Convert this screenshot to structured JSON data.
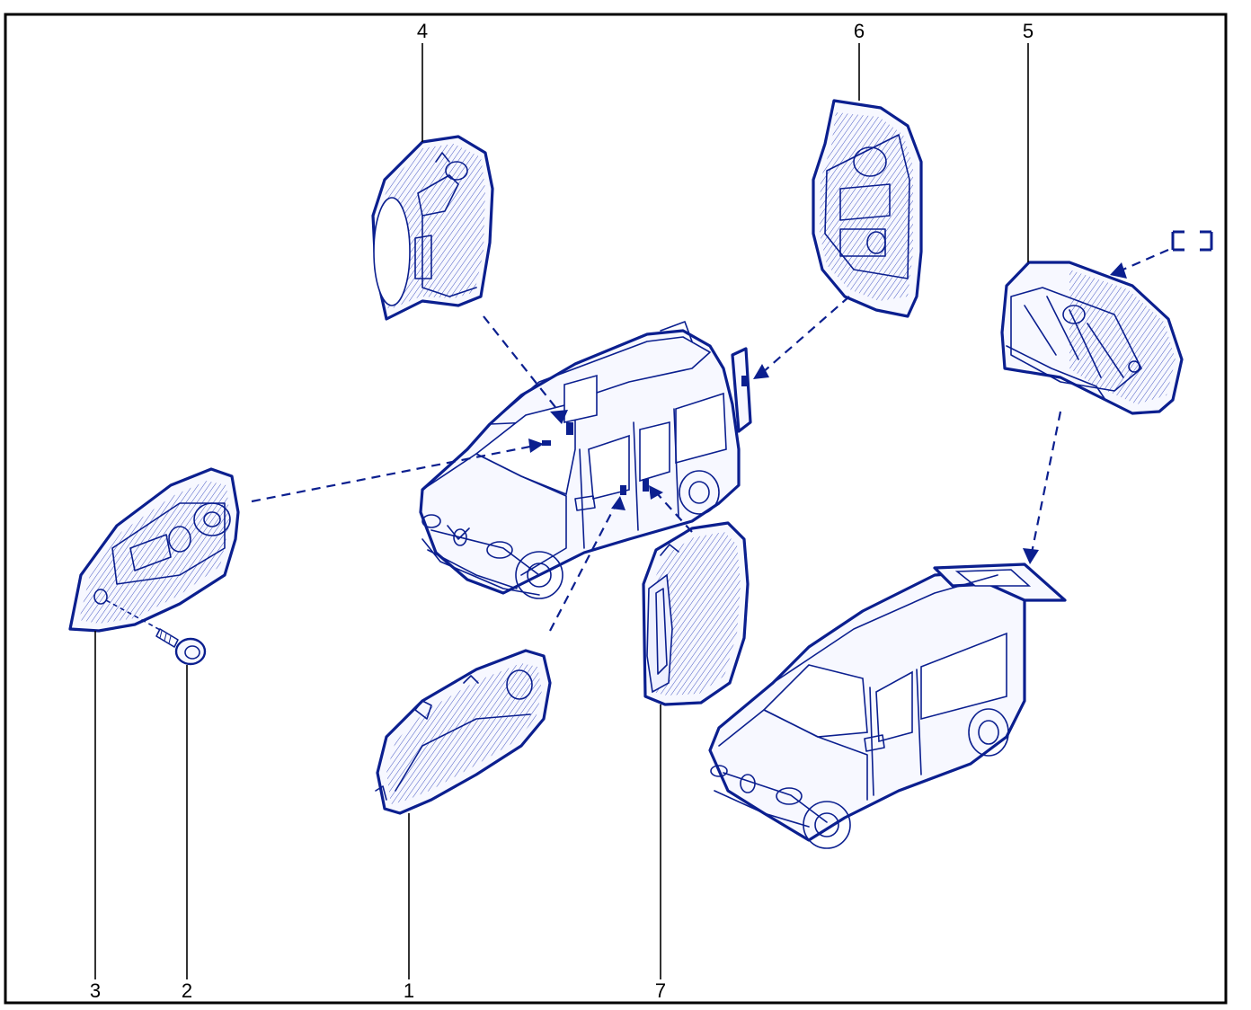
{
  "colors": {
    "ink": "#0b1f8f",
    "hatch": "#4a5bc4",
    "frame": "#000000",
    "label": "#000000",
    "fill": "#f7f8ff"
  },
  "callouts": [
    {
      "id": "1",
      "label": "1"
    },
    {
      "id": "2",
      "label": "2"
    },
    {
      "id": "3",
      "label": "3"
    },
    {
      "id": "4",
      "label": "4"
    },
    {
      "id": "5",
      "label": "5"
    },
    {
      "id": "6",
      "label": "6"
    },
    {
      "id": "7",
      "label": "7"
    }
  ],
  "icons": {
    "vehicle_front": "van-front-view-icon",
    "vehicle_rear": "van-tailgate-view-icon",
    "screw": "screw-icon",
    "location_box": "dashed-location-box-icon"
  }
}
